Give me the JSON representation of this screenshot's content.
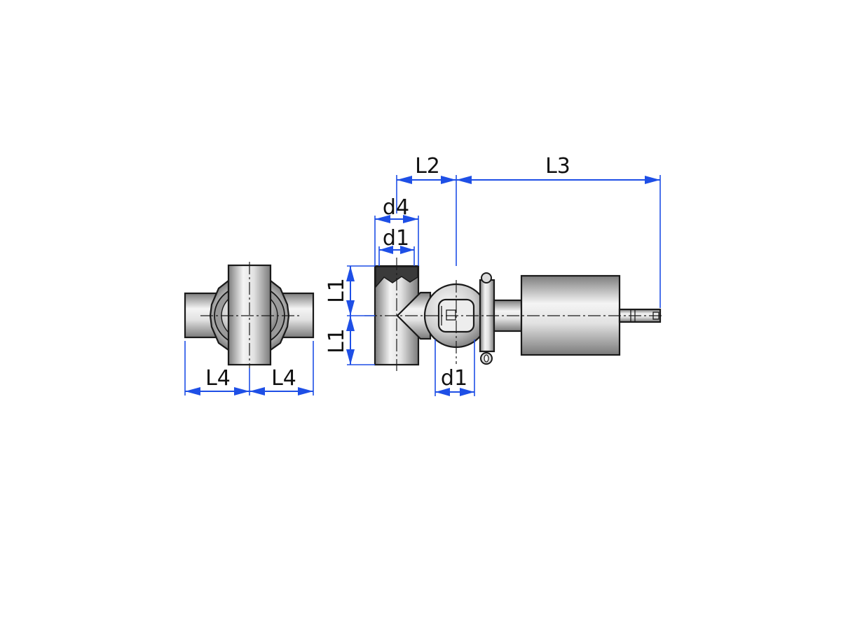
{
  "labels": {
    "l4_left": "L4",
    "l4_right": "L4",
    "l1_upper": "L1",
    "l1_lower": "L1",
    "d4": "d4",
    "d1_top": "d1",
    "d1_bottom": "d1",
    "l2": "L2",
    "l3": "L3"
  },
  "colors": {
    "dimension": "#1e4fe6",
    "outline": "#1a1a1a",
    "cap_dark": "#3a3a3a"
  }
}
